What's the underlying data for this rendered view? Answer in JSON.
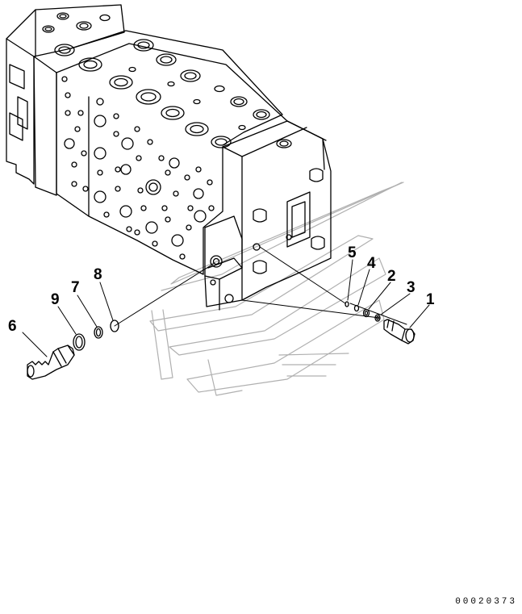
{
  "diagram": {
    "callouts": [
      {
        "number": "1",
        "part": "plug"
      },
      {
        "number": "2",
        "part": "o-ring"
      },
      {
        "number": "3",
        "part": "backup-ring"
      },
      {
        "number": "4",
        "part": "o-ring"
      },
      {
        "number": "5",
        "part": "o-ring"
      },
      {
        "number": "6",
        "part": "relief-valve"
      },
      {
        "number": "7",
        "part": "backup-ring"
      },
      {
        "number": "8",
        "part": "o-ring"
      },
      {
        "number": "9",
        "part": "o-ring"
      }
    ],
    "drawing_number": "00020373",
    "colors": {
      "line": "#000000",
      "watermark": "#b0b0b0",
      "background": "#ffffff"
    }
  }
}
